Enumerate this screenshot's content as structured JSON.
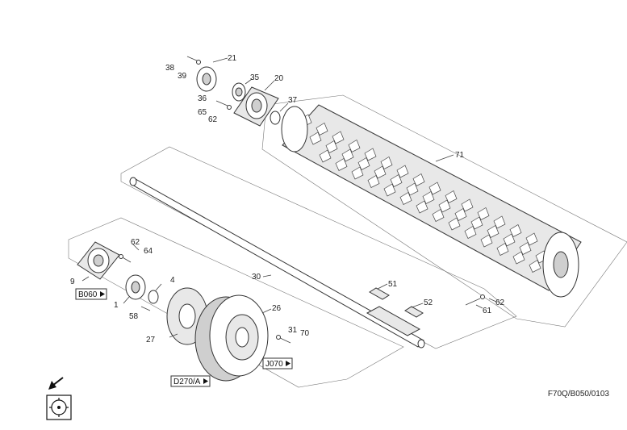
{
  "callouts": {
    "c38": "38",
    "c39": "39",
    "c21": "21",
    "c35": "35",
    "c20": "20",
    "c36": "36",
    "c65": "65",
    "c62a": "62",
    "c37": "37",
    "c71": "71",
    "c62b": "62",
    "c64": "64",
    "c9": "9",
    "c4": "4",
    "c1": "1",
    "c58": "58",
    "c30": "30",
    "c51": "51",
    "c52": "52",
    "c61": "61",
    "c62c": "62",
    "c26": "26",
    "c27": "27",
    "c31": "31",
    "c70": "70"
  },
  "refs": {
    "b060": "B060",
    "d270": "D270/A",
    "j070": "J070"
  },
  "drawing_code": "F70Q/B050/0103",
  "icons": {
    "direction": "arrow-down-left-icon",
    "rotor": "rotor-symbol-icon"
  }
}
